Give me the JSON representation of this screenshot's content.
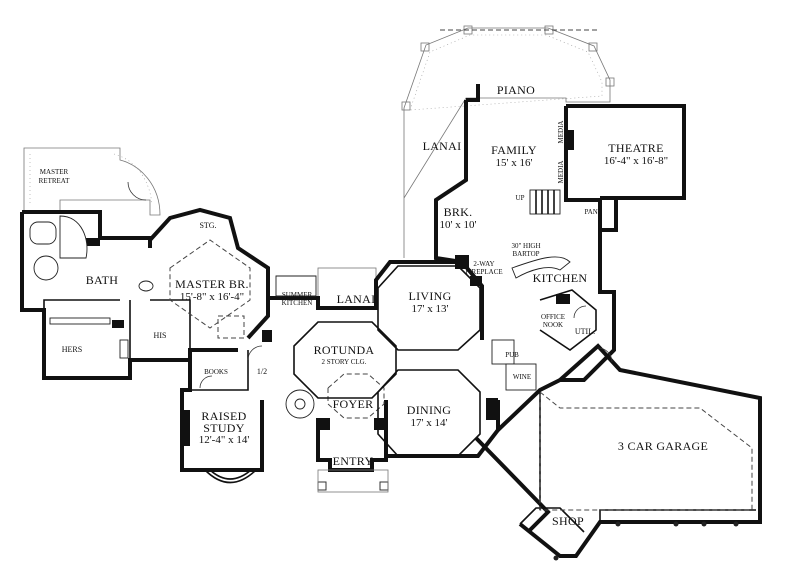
{
  "rooms": {
    "master_retreat": "MASTER\nRETREAT",
    "master_retreat_l1": "MASTER",
    "master_retreat_l2": "RETREAT",
    "bath": "BATH",
    "his": "HIS",
    "hers": "HERS",
    "stg": "STG.",
    "master_br": "MASTER BR.",
    "master_br_dim": "15'-8\" x 16'-4\"",
    "summer_kitchen_l1": "SUMMER",
    "summer_kitchen_l2": "KITCHEN",
    "lanai_small": "LANAI",
    "lanai_large": "LANAI",
    "piano": "PIANO",
    "family": "FAMILY",
    "family_dim": "15' x 16'",
    "media_1": "MEDIA",
    "media_2": "MEDIA",
    "theatre": "THEATRE",
    "theatre_dim": "16'-4\" x 16'-8\"",
    "up": "UP",
    "pan": "PAN.",
    "brk": "BRK.",
    "brk_dim": "10' x 10'",
    "fireplace_l1": "2-WAY",
    "fireplace_l2": "FIREPLACE",
    "bartop_l1": "30\" HIGH",
    "bartop_l2": "BARTOP",
    "kitchen": "KITCHEN",
    "office_nook_l1": "OFFICE",
    "office_nook_l2": "NOOK",
    "util": "UTIL.",
    "living": "LIVING",
    "living_dim": "17' x 13'",
    "rotunda": "ROTUNDA",
    "rotunda_sub": "2 STORY CLG.",
    "pub": "PUB",
    "wine": "WINE",
    "books": "BOOKS",
    "half_bath": "1/2",
    "foyer": "FOYER",
    "dining": "DINING",
    "dining_dim": "17' x 14'",
    "raised_study_l1": "RAISED",
    "raised_study_l2": "STUDY",
    "raised_study_dim": "12'-4\" x 14'",
    "entry": "ENTRY",
    "garage": "3 CAR GARAGE",
    "shop": "SHOP"
  }
}
